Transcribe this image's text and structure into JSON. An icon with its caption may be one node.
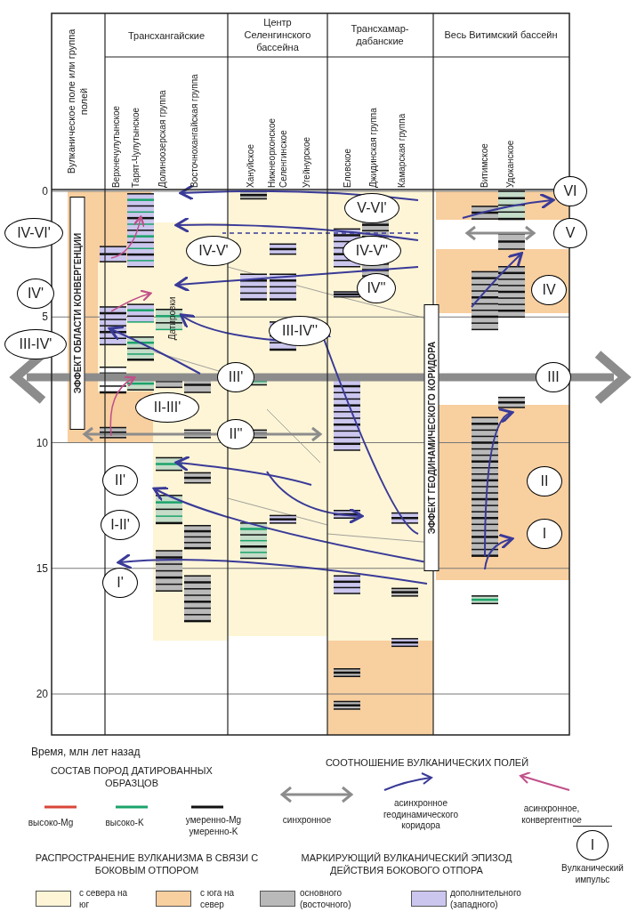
{
  "diagram": {
    "nodes": [
      {
        "text": [
          "VI"
        ]
      },
      {
        "text": [
          "V-VI'"
        ]
      },
      {
        "text": [
          "IV-VI'"
        ]
      },
      {
        "text": [
          "V"
        ]
      },
      {
        "text": [
          "IV-V'"
        ]
      },
      {
        "text": [
          "IV-V''"
        ]
      },
      {
        "text": [
          "IV''"
        ]
      },
      {
        "text": [
          "IV"
        ]
      },
      {
        "text": [
          "IV'"
        ]
      },
      {
        "text": [
          "III-IV''"
        ]
      },
      {
        "text": [
          "III-IV'"
        ]
      },
      {
        "text": [
          "III'"
        ]
      },
      {
        "text": [
          "III"
        ]
      },
      {
        "text": [
          "II-III'"
        ]
      },
      {
        "text": [
          "II''"
        ]
      },
      {
        "text": [
          "II'"
        ]
      },
      {
        "text": [
          "II"
        ]
      },
      {
        "text": [
          "I-II'"
        ]
      },
      {
        "text": [
          "I"
        ]
      },
      {
        "text": [
          "I'"
        ]
      },
      {
        "text": [
          "I"
        ],
        "beside": [
          "Вулканический импульс"
        ]
      }
    ],
    "labels": [
      "Вулканическое поле или группа полей",
      "Трансхангайские",
      "Центр Селенгинского бассейна",
      "Трансхамар-дабанские",
      "Весь Витимский бассейн",
      "Верхнечулутынское",
      "Тарят-Чулутынское",
      "Долиноозерская группа",
      "Восточнохангайская группа",
      "Хануйское",
      "Нижнеорхонское Селенгинское",
      "Угейнурское",
      "Еловское",
      "Джидинская группа",
      "Камарская группа",
      "Витимское",
      "Удоканское",
      "0",
      "5",
      "10",
      "15",
      "20",
      "ЭФФЕКТ ОБЛАСТИ КОНВЕРГЕНЦИИ",
      "Датировки",
      "ЭФФЕКТ ГЕОДИНАМИЧЕСКОГО КОРИДОРА",
      "Время, млн лет назад",
      "СОСТАВ ПОРОД ДАТИРОВАННЫХ ОБРАЗЦОВ",
      "СООТНОШЕНИЕ ВУЛКАНИЧЕСКИХ ПОЛЕЙ",
      "РАСПРОСТРАНЕНИЕ ВУЛКАНИЗМА В СВЯЗИ С БОКОВЫМ ОТПОРОМ",
      "МАРКИРУЮЩИЙ ВУЛКАНИЧЕСКИЙ ЭПИЗОД ДЕЙСТВИЯ БОКОВОГО ОТПОРА"
    ],
    "legend": [
      {
        "text": "высоко-Mg"
      },
      {
        "text": "высоко-K"
      },
      {
        "text": "умеренно-Mg умеренно-K"
      },
      {
        "text": "синхронное"
      },
      {
        "text": "асинхронное геодинамического коридора"
      },
      {
        "text": "асинхронное, конвергентное"
      },
      {
        "text": "с севера на юг",
        "color": "#fdf5d6"
      },
      {
        "text": "с юга на север",
        "color": "#f8cf9f"
      },
      {
        "text": "основного (восточного)",
        "color": "#b9b9b9"
      },
      {
        "text": "дополнительного (западного)",
        "color": "#cbc6ee"
      }
    ]
  }
}
